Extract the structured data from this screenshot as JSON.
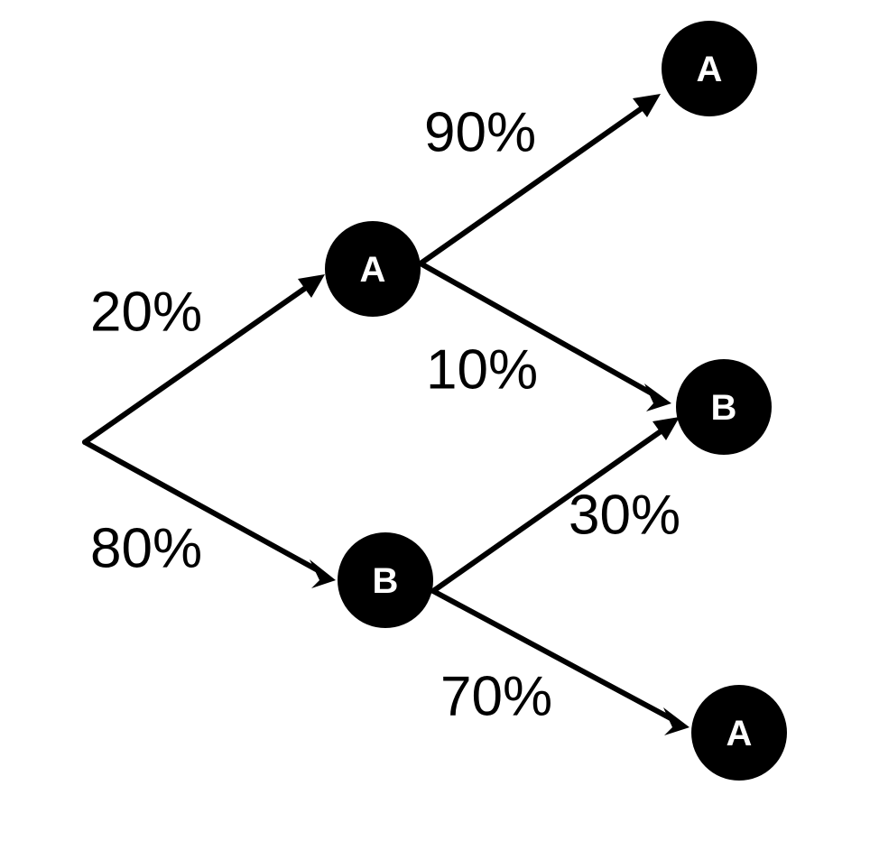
{
  "diagram": {
    "nodes": [
      {
        "id": "a1",
        "label": "A"
      },
      {
        "id": "b1",
        "label": "B"
      },
      {
        "id": "a2",
        "label": "A"
      },
      {
        "id": "b2",
        "label": "B"
      },
      {
        "id": "a3",
        "label": "A"
      }
    ],
    "edges": [
      {
        "from": "root",
        "to": "a1",
        "label": "20%"
      },
      {
        "from": "root",
        "to": "b1",
        "label": "80%"
      },
      {
        "from": "a1",
        "to": "a2",
        "label": "90%"
      },
      {
        "from": "a1",
        "to": "b2",
        "label": "10%"
      },
      {
        "from": "b1",
        "to": "b2",
        "label": "30%"
      },
      {
        "from": "b1",
        "to": "a3",
        "label": "70%"
      }
    ]
  },
  "colors": {
    "node_fill": "#000000",
    "node_text": "#ffffff",
    "edge": "#000000",
    "background": "#ffffff"
  }
}
